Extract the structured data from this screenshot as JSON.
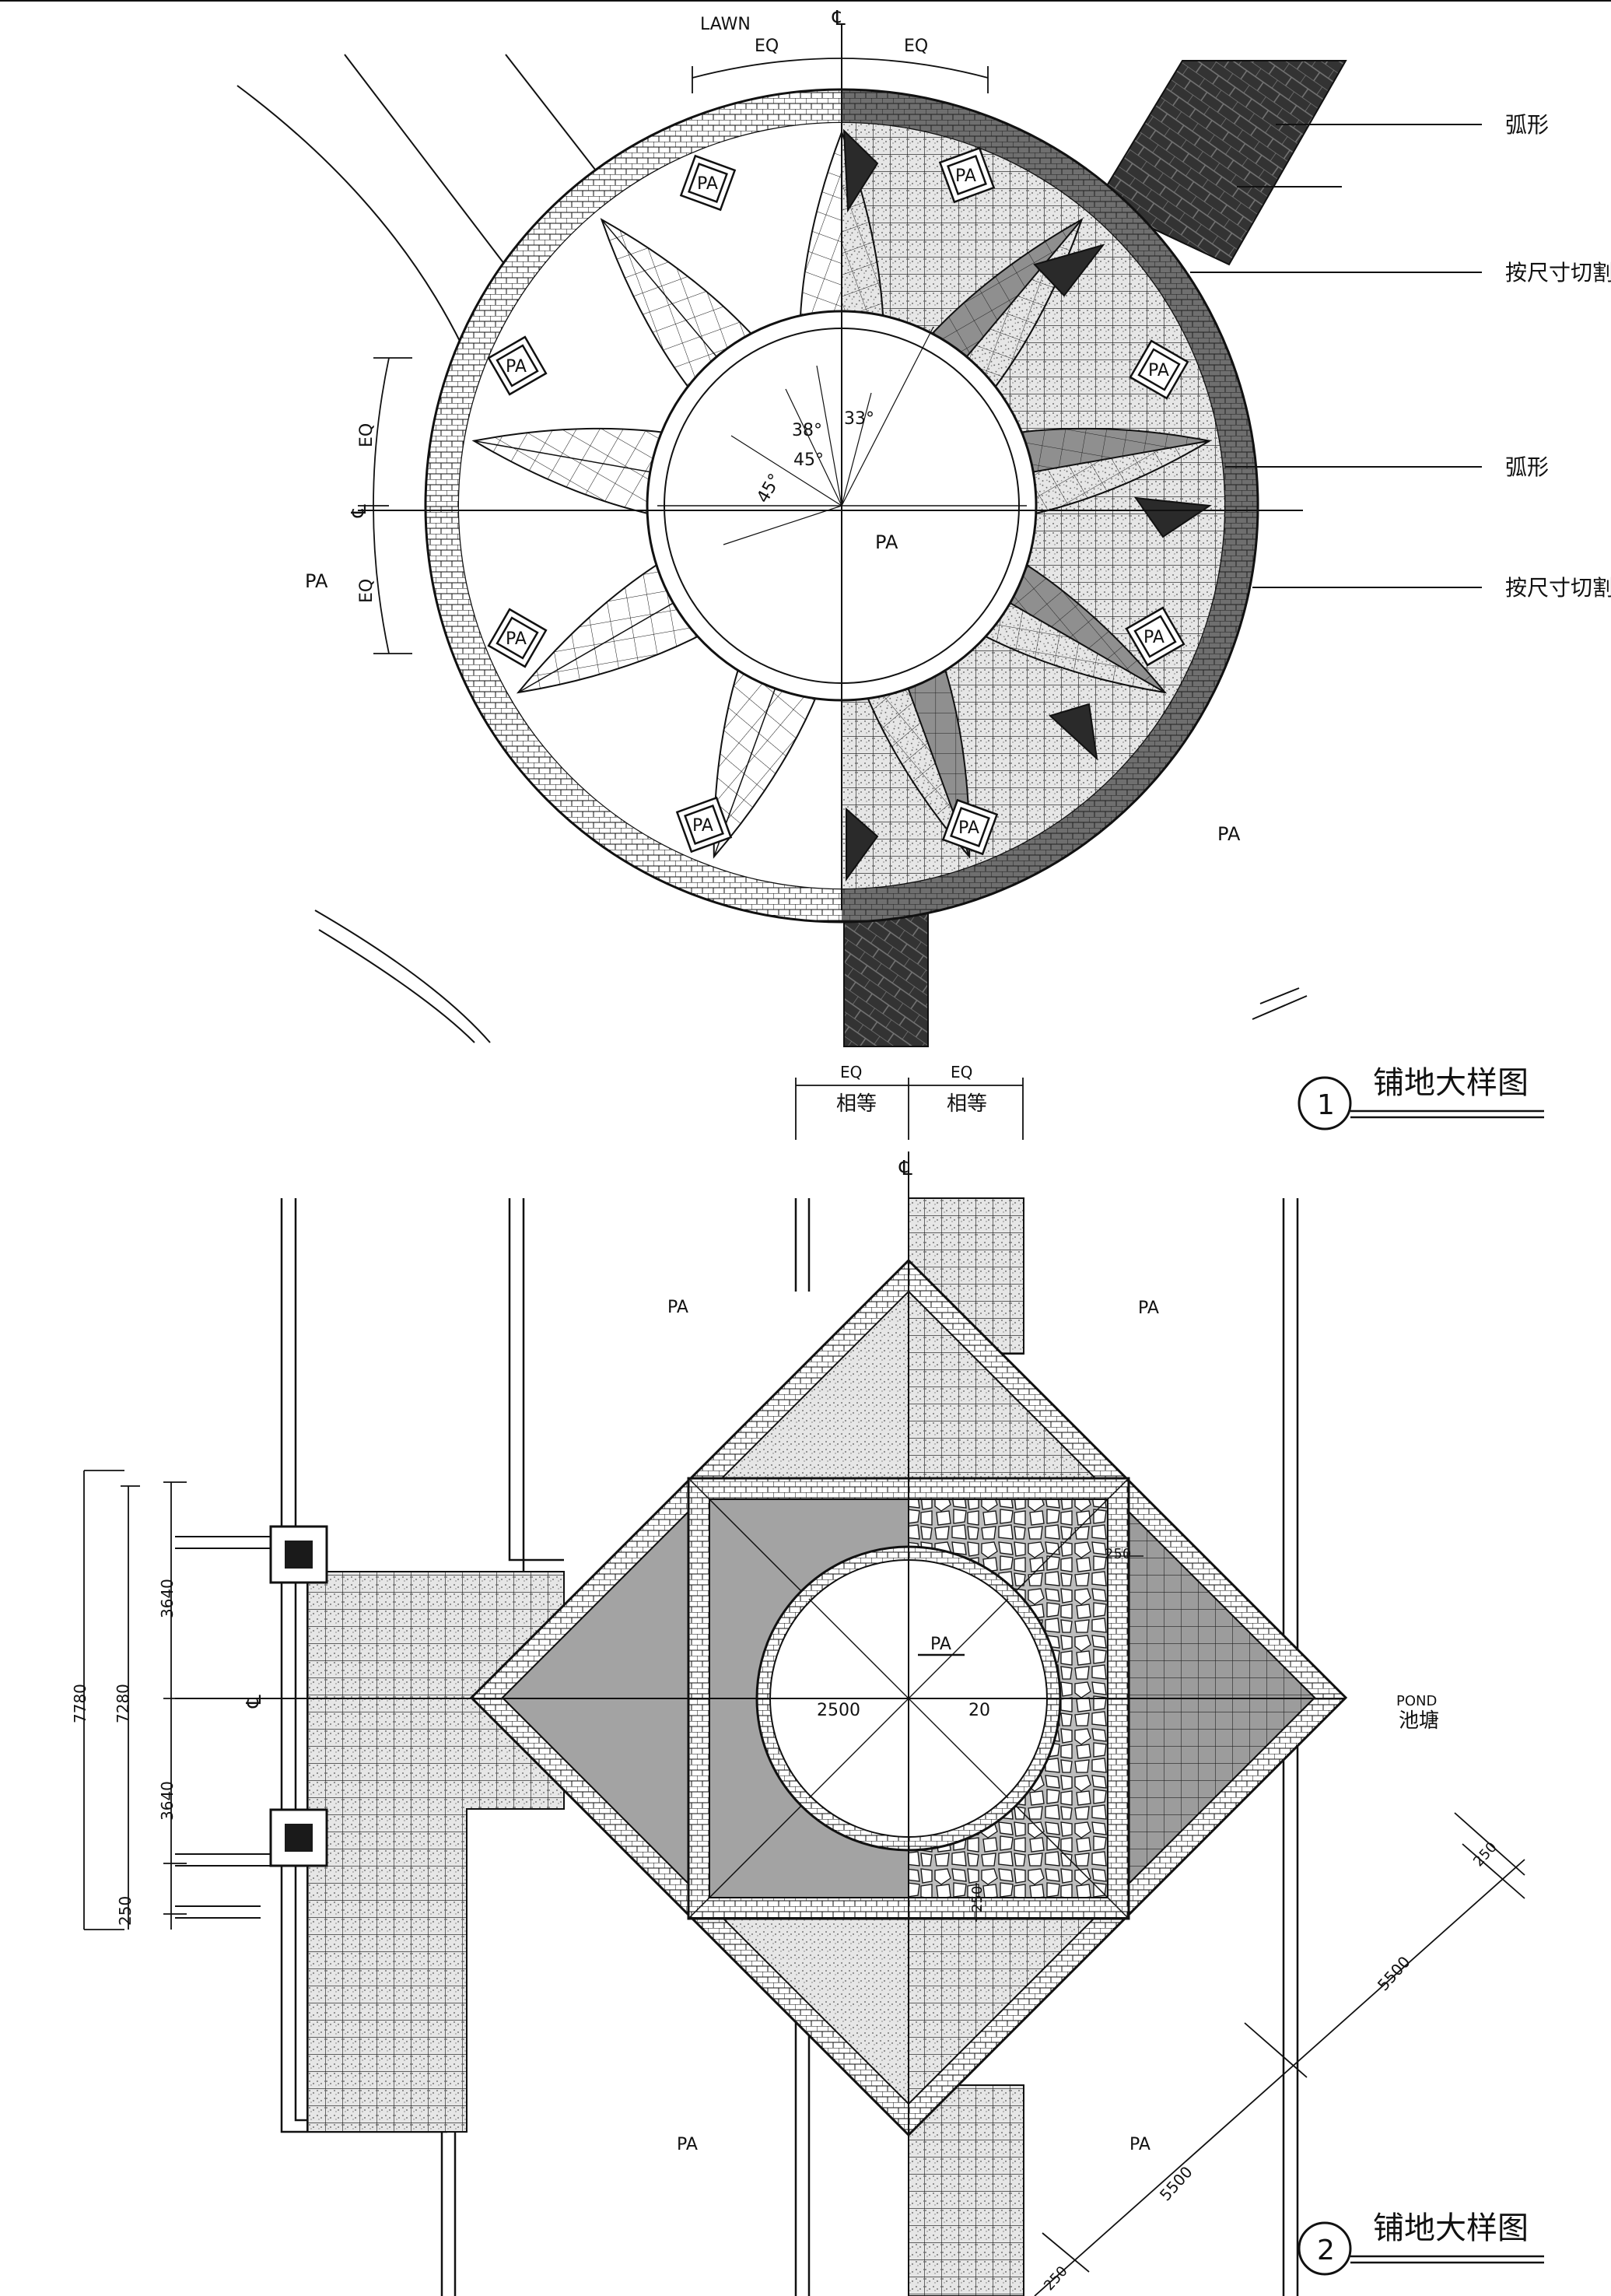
{
  "drawing1": {
    "number": "1",
    "title": "铺地大样图",
    "labels": {
      "lawn": "LAWN",
      "eq": "EQ",
      "centerline": "℄",
      "pa": "PA",
      "angle_33": "33°",
      "angle_38": "38°",
      "angle_45": "45°",
      "arc_shape": "弧形",
      "cut_to_size": "按尺寸切割"
    },
    "dim_eq_top": "EQ",
    "dim_eq_cn": "相等"
  },
  "drawing2": {
    "number": "2",
    "title": "铺地大样图",
    "labels": {
      "pa": "PA",
      "pond_en": "POND",
      "pond_cn": "池塘",
      "centerline": "℄"
    },
    "dims": {
      "d7780": "7780",
      "d7280": "7280",
      "d3640": "3640",
      "d250": "250",
      "d2500": "2500",
      "d20": "20",
      "d5500": "5500"
    }
  },
  "colors": {
    "line": "#111111",
    "dark_fill": "#2a2a2a",
    "mid_fill": "#8a8a8a",
    "light_fill": "#c8c8c8",
    "speckle_fill": "#dcdcdc"
  }
}
